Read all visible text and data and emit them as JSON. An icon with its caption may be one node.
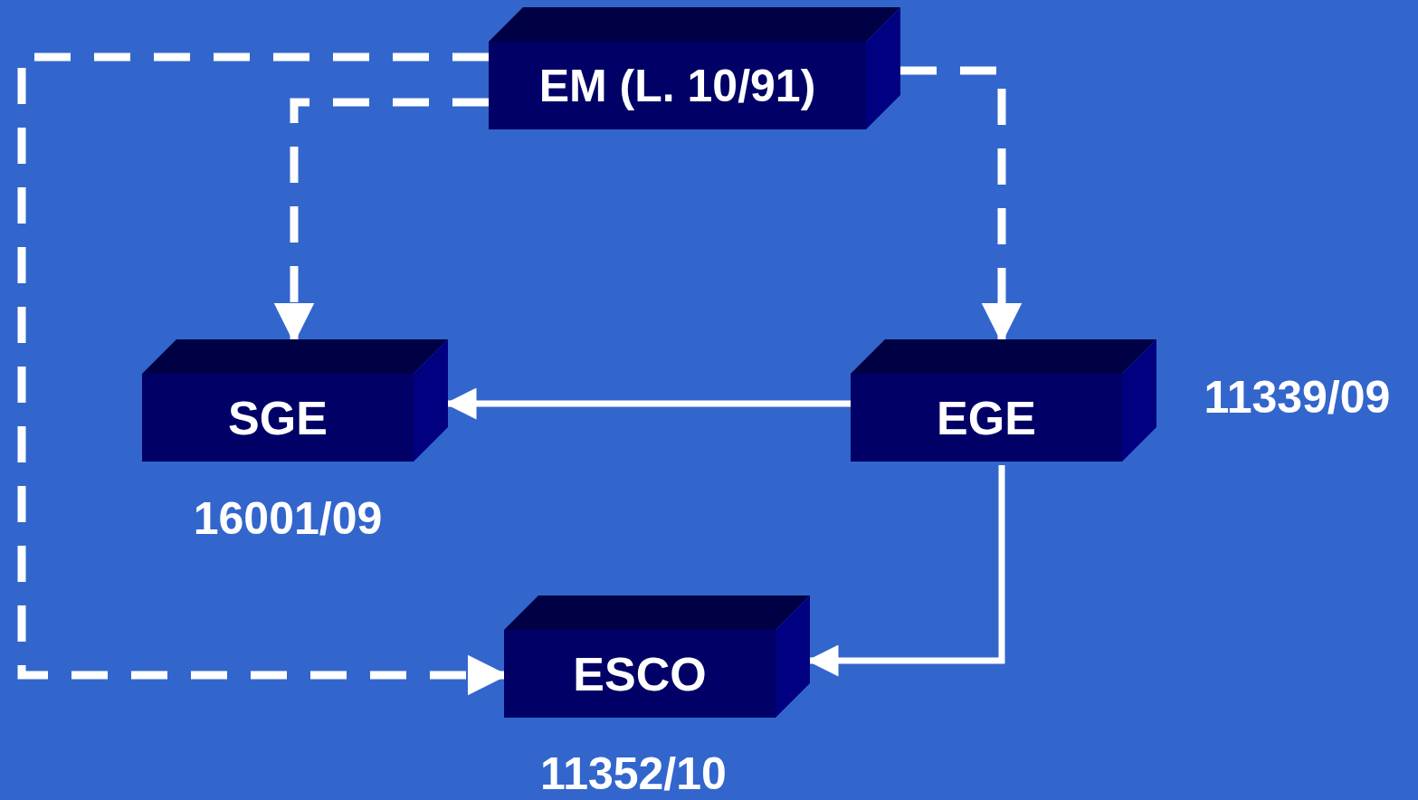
{
  "diagram": {
    "nodes": [
      {
        "text": [
          "EM (L. 10/91)"
        ]
      },
      {
        "text": [
          "SGE"
        ],
        "beside": [
          "16001/09"
        ]
      },
      {
        "text": [
          "EGE"
        ],
        "beside": [
          "11339/09"
        ]
      },
      {
        "text": [
          "ESCO"
        ],
        "beside": [
          "11352/10"
        ]
      }
    ],
    "edges": [
      {
        "from": 0,
        "to": 1,
        "arrow": "to",
        "style": "dashed"
      },
      {
        "from": 0,
        "to": 2,
        "arrow": "to",
        "style": "dashed"
      },
      {
        "from": 0,
        "to": 3,
        "arrow": "to",
        "style": "dashed"
      },
      {
        "from": 2,
        "to": 1,
        "arrow": "to"
      },
      {
        "from": 2,
        "to": 3,
        "arrow": "to"
      }
    ]
  }
}
